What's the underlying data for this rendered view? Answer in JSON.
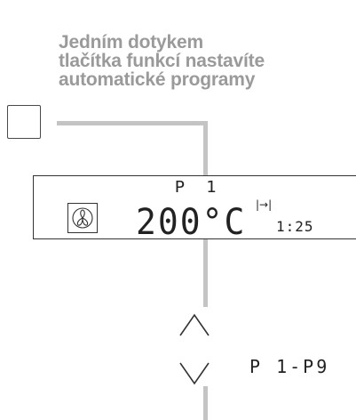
{
  "heading": {
    "lines": [
      "Jedním dotykem",
      "tlačítka funkcí nastavíte",
      "automatické programy"
    ]
  },
  "display": {
    "program": "P 1",
    "temperature": "200°C",
    "timer_symbol": "|→|",
    "duration": "1:25"
  },
  "selector": {
    "range_label": "P 1-P9"
  },
  "icons": {
    "function_button": "square-button-icon",
    "fan": "fan-icon",
    "timer": "timer-end-icon",
    "up": "chevron-up-icon",
    "down": "chevron-down-icon"
  },
  "colors": {
    "heading": "#9a9a9a",
    "connector": "#c4c4c4",
    "outline": "#333333"
  }
}
